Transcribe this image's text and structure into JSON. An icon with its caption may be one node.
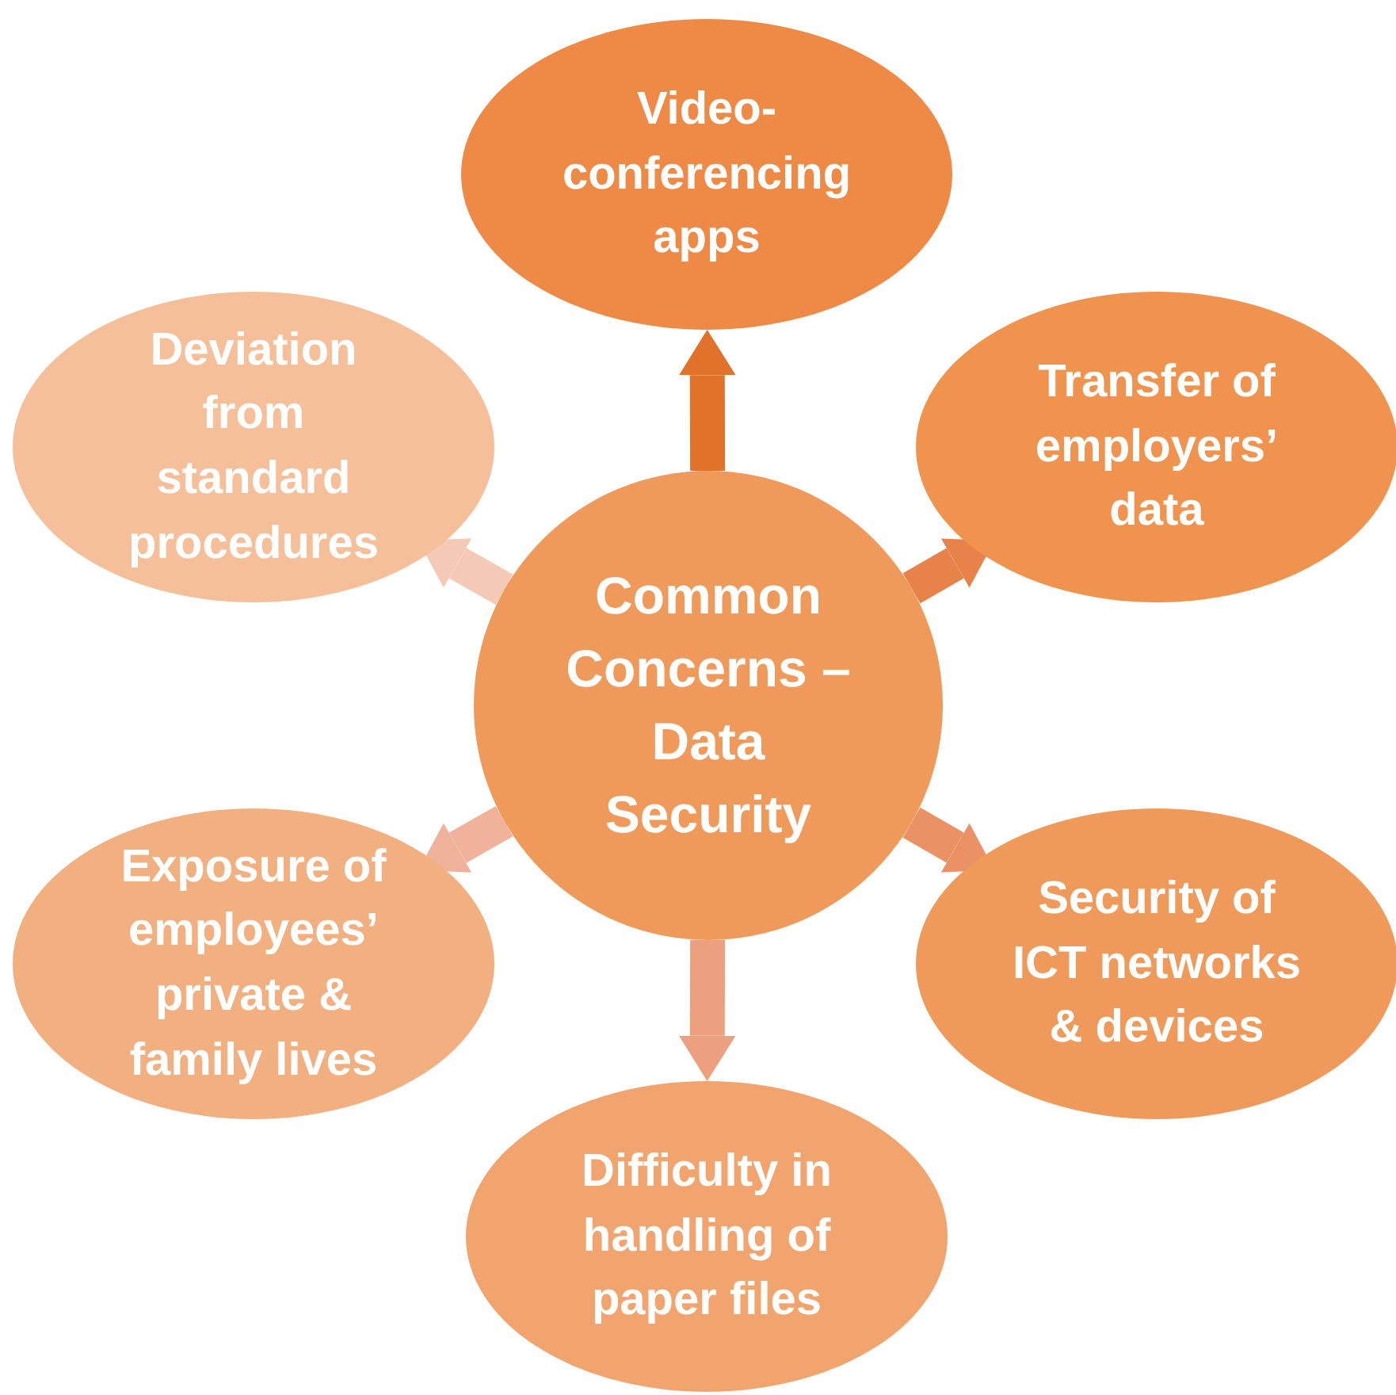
{
  "diagram": {
    "nodes": [
      {
        "text": [
          "Common Concerns – Data Security"
        ]
      },
      {
        "text": [
          "Video-conferencing apps"
        ]
      },
      {
        "text": [
          "Transfer of employers’ data"
        ]
      },
      {
        "text": [
          "Security of ICT networks & devices"
        ]
      },
      {
        "text": [
          "Difficulty in handling of paper files"
        ]
      },
      {
        "text": [
          "Exposure of employees’ private & family lives"
        ]
      },
      {
        "text": [
          "Deviation from standard procedures"
        ]
      }
    ],
    "edges": [
      {
        "from": 0,
        "to": 1,
        "arrow": "to",
        "color": "#e0722a"
      },
      {
        "from": 0,
        "to": 2,
        "arrow": "to",
        "color": "#e7834a"
      },
      {
        "from": 0,
        "to": 3,
        "arrow": "to",
        "color": "#eb9166"
      },
      {
        "from": 0,
        "to": 4,
        "arrow": "to",
        "color": "#eda07f"
      },
      {
        "from": 0,
        "to": 5,
        "arrow": "to",
        "color": "#f0b29b"
      },
      {
        "from": 0,
        "to": 6,
        "arrow": "to",
        "color": "#f4c9b6"
      }
    ]
  }
}
